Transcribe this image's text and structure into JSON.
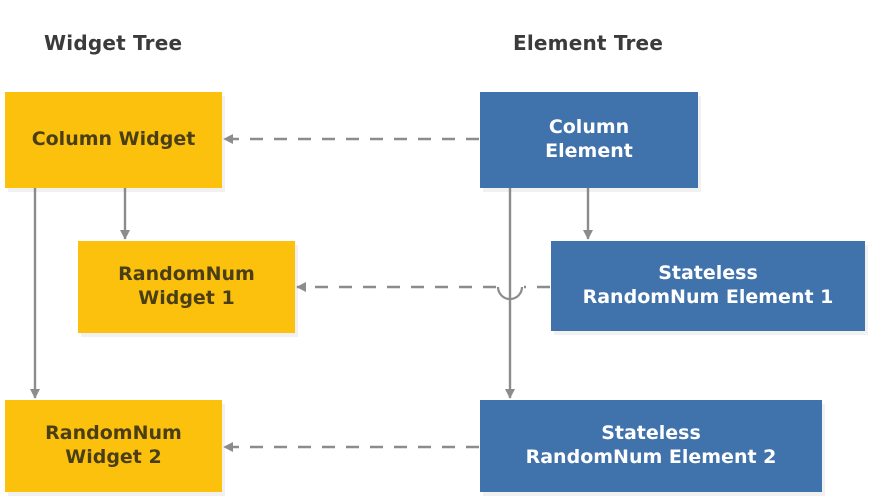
{
  "diagram": {
    "title_left": "Widget Tree",
    "title_right": "Element Tree",
    "colors": {
      "widget_fill": "#FBC10D",
      "widget_text": "#4a3e17",
      "element_fill": "#4072AC",
      "element_text": "#ffffff",
      "arrow": "#8c8c8c",
      "heading_text": "#3b3b3b",
      "background": "#ffffff"
    },
    "widget_tree": {
      "nodes": [
        {
          "id": "column-widget",
          "label": "Column Widget",
          "line1": "Column Widget",
          "line2": ""
        },
        {
          "id": "randomnum-widget-1",
          "label": "RandomNum Widget 1",
          "line1": "RandomNum",
          "line2": "Widget 1"
        },
        {
          "id": "randomnum-widget-2",
          "label": "RandomNum Widget 2",
          "line1": "RandomNum",
          "line2": "Widget 2"
        }
      ]
    },
    "element_tree": {
      "nodes": [
        {
          "id": "column-element",
          "label": "Column Element",
          "line1": "Column",
          "line2": "Element"
        },
        {
          "id": "sl-element-1",
          "label": "Stateless RandomNum Element 1",
          "line1": "Stateless",
          "line2": "RandomNum Element 1"
        },
        {
          "id": "sl-element-2",
          "label": "Stateless RandomNum Element 2",
          "line1": "Stateless",
          "line2": "RandomNum Element 2"
        }
      ]
    },
    "edges": [
      {
        "from": "column-widget",
        "to": "randomnum-widget-1",
        "style": "solid",
        "kind": "child"
      },
      {
        "from": "column-widget",
        "to": "randomnum-widget-2",
        "style": "solid",
        "kind": "child"
      },
      {
        "from": "column-element",
        "to": "sl-element-1",
        "style": "solid",
        "kind": "child"
      },
      {
        "from": "column-element",
        "to": "sl-element-2",
        "style": "solid",
        "kind": "child"
      },
      {
        "from": "column-element",
        "to": "column-widget",
        "style": "dashed",
        "kind": "reference"
      },
      {
        "from": "sl-element-1",
        "to": "randomnum-widget-1",
        "style": "dashed",
        "kind": "reference"
      },
      {
        "from": "sl-element-2",
        "to": "randomnum-widget-2",
        "style": "dashed",
        "kind": "reference"
      }
    ]
  }
}
